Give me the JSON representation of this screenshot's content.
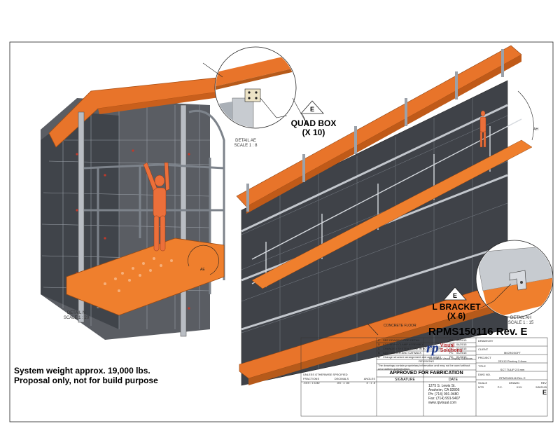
{
  "drawing": {
    "revision_title": "RPMS150116 Rev. E",
    "floor_label": "CONCRETE FLOOR",
    "callouts": {
      "quad_box": {
        "marker": "E",
        "line1": "QUAD BOX",
        "line2": "(X 10)"
      },
      "l_bracket": {
        "marker": "E",
        "line1": "L BRACKET",
        "line2": "(X 6)"
      }
    },
    "details": {
      "ae": {
        "line1": "DETAIL AE",
        "line2": "SCALE 1 : 8"
      },
      "n": {
        "line1": "DETAIL N",
        "line2": "SCALE 1 : 20"
      },
      "ah": {
        "line1": "DETAIL AH",
        "line2": "SCALE 1 : 15"
      }
    },
    "circle_tags": {
      "ae": "AE",
      "ah": "AH"
    }
  },
  "notes": {
    "weight": "System weight approx. 19,000 lbs.",
    "proposal": "Proposal only, not for build purpose"
  },
  "title_block": {
    "approved": "APPROVED FOR FABRICATION",
    "signature_label": "SIGNATURE",
    "date_label": "DATE",
    "revisions": [
      {
        "rev": "E",
        "desc": "SEE DRAWING FOR DETAIL",
        "by": "PC",
        "date": "05/2015"
      },
      {
        "rev": "D",
        "desc": "ADD BEAM CLAMP ASSEMBLY",
        "by": "PC",
        "date": "04/2015"
      },
      {
        "rev": "C",
        "desc": "CHANGED SYSTEM TO BE IN BOTTOM TOP",
        "by": "PC",
        "date": "02/2015"
      },
      {
        "rev": "B",
        "desc": "ADD LADDER AND CATWALK",
        "by": "PC",
        "date": "01/2015"
      },
      {
        "rev": "A",
        "desc": "Change structure arrangement and add weight",
        "by": "PC",
        "date": "01/2015"
      }
    ],
    "revisions_header": "REVISIONS",
    "disclaimer": "The drawings contain proprietary information and may not be used without prior written authorization.",
    "tolerances": {
      "header": "UNLESS OTHERWISE SPECIFIED",
      "cols": [
        "FRACTIONS",
        "DECIMALS",
        "ANGLES"
      ],
      "values": [
        ".XXX : ± 1/32",
        ".XX : ± .03",
        "X : ± .5"
      ]
    },
    "company": {
      "logo_rp": "rp",
      "logo_v": "Visual",
      "logo_s": "Solutions",
      "tagline": "Innovative Visual Display Solutions",
      "address1": "1275 S. Lewis St.",
      "address2": "Anaheim, CA 92805",
      "phone": "Ph: (714) 991-9480",
      "fax": "Fax: (714) 991-9407",
      "web": "www.rpvisual.com"
    },
    "fields": {
      "drawn_by_label": "DRAWN BY",
      "client_label": "CLIENT",
      "client": "MICROSOFT",
      "project_label": "PROJECT",
      "project": "2EX12 Pixelmp 2.6mm",
      "title_label": "TITLE",
      "title": "SCT TULIP 2.5 mm",
      "drawing_no_label": "DWG NO.",
      "drawing_no": "RPMS150116 Rev. E",
      "scale_label": "SCALE",
      "scale": "NTS",
      "drawn_label": "DRAWN",
      "drawn": "P.C.",
      "checked": "XXX",
      "date": "5/5/2015",
      "sheet_label": "REV",
      "sheet_rev": "E"
    }
  }
}
